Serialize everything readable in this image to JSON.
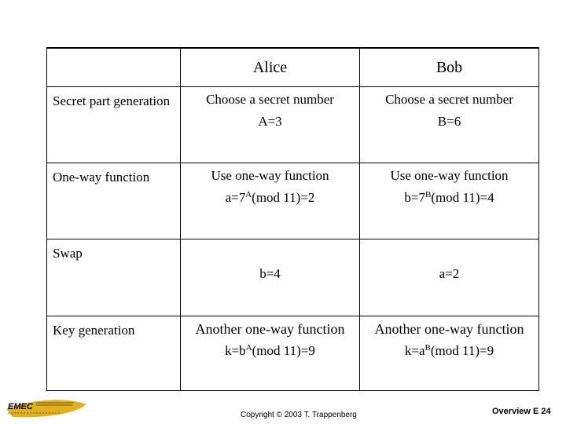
{
  "table": {
    "header": {
      "alice": "Alice",
      "bob": "Bob"
    },
    "rows": [
      {
        "label": "Secret part generation",
        "alice": {
          "line1": "Choose a secret number",
          "line2": "A=3"
        },
        "bob": {
          "line1": "Choose a secret number",
          "line2": "B=6"
        }
      },
      {
        "label": "One-way function",
        "alice": {
          "line1": "Use one-way function",
          "pre": "a=7",
          "sup": "A",
          "post": "(mod 11)=2"
        },
        "bob": {
          "line1": "Use one-way function",
          "pre": "b=7",
          "sup": "B",
          "post": "(mod 11)=4"
        }
      },
      {
        "label": "Swap",
        "alice": {
          "line1": "b=4"
        },
        "bob": {
          "line1": "a=2"
        }
      },
      {
        "label": "Key generation",
        "alice": {
          "line1": "Another one-way function",
          "pre": "k=b",
          "sup": "A",
          "post": "(mod 11)=9"
        },
        "bob": {
          "line1": "Another one-way function",
          "pre": "k=a",
          "sup": "B",
          "post": "(mod 11)=9"
        }
      }
    ]
  },
  "footer": {
    "logo_text": "EMEC",
    "copyright": "Copyright © 2003 T. Trappenberg",
    "page": "Overview E 24"
  },
  "colors": {
    "logo_gold": "#e0b020",
    "text": "#000000"
  }
}
